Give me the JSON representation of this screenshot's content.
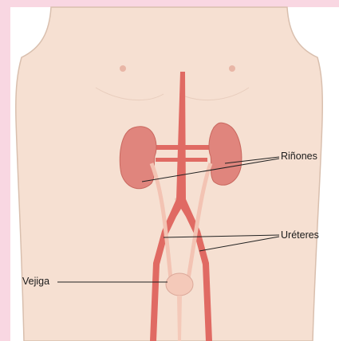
{
  "labels": {
    "kidneys": "Riñones",
    "ureters": "Uréteres",
    "bladder": "Vejiga"
  },
  "colors": {
    "background": "#f9d7e2",
    "skin": "#f6e0d2",
    "skin_outline": "#d9bfae",
    "organ": "#e0857d",
    "vessel": "#e06a63",
    "ureter": "#f3c3b3",
    "bladder": "#f4c9b9"
  }
}
